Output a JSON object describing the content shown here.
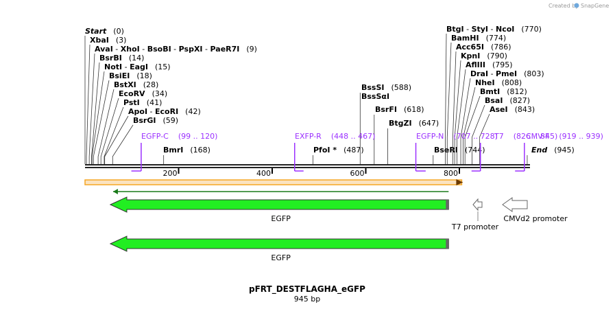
{
  "watermark": {
    "text": "Created by",
    "brand": "SnapGene"
  },
  "map": {
    "title": "pFRT_DESTFLAGHA_eGFP",
    "length_label": "945 bp",
    "total_bp": 945,
    "ticks": [
      {
        "bp": 200,
        "label": "200"
      },
      {
        "bp": 400,
        "label": "400"
      },
      {
        "bp": 600,
        "label": "600"
      },
      {
        "bp": 800,
        "label": "800"
      }
    ]
  },
  "left_sites": [
    {
      "bp": 0,
      "names": [
        "Start"
      ],
      "pos": "(0)",
      "italic": true
    },
    {
      "bp": 3,
      "names": [
        "XbaI"
      ],
      "pos": "(3)"
    },
    {
      "bp": 9,
      "names": [
        "AvaI",
        "XhoI",
        "BsoBI",
        "PspXI",
        "PaeR7I"
      ],
      "pos": "(9)"
    },
    {
      "bp": 14,
      "names": [
        "BsrBI"
      ],
      "pos": "(14)"
    },
    {
      "bp": 15,
      "names": [
        "NotI",
        "EagI"
      ],
      "pos": "(15)"
    },
    {
      "bp": 18,
      "names": [
        "BsiEI"
      ],
      "pos": "(18)"
    },
    {
      "bp": 28,
      "names": [
        "BstXI"
      ],
      "pos": "(28)"
    },
    {
      "bp": 34,
      "names": [
        "EcoRV"
      ],
      "pos": "(34)"
    },
    {
      "bp": 41,
      "names": [
        "PstI"
      ],
      "pos": "(41)"
    },
    {
      "bp": 42,
      "names": [
        "ApoI",
        "EcoRI"
      ],
      "pos": "(42)"
    },
    {
      "bp": 59,
      "names": [
        "BsrGI"
      ],
      "pos": "(59)"
    }
  ],
  "mid_sites": [
    {
      "bp": 168,
      "names": [
        "BmrI"
      ],
      "pos": "(168)"
    },
    {
      "bp": 487,
      "names": [
        "PfoI *"
      ],
      "pos": "(487)"
    },
    {
      "bp": 588,
      "names": [
        "BssSI"
      ],
      "pos": "(588)"
    },
    {
      "bp": 588,
      "names": [
        "BssSαI"
      ],
      "pos": ""
    },
    {
      "bp": 618,
      "names": [
        "BsrFI"
      ],
      "pos": "(618)"
    },
    {
      "bp": 647,
      "names": [
        "BtgZI"
      ],
      "pos": "(647)"
    },
    {
      "bp": 744,
      "names": [
        "BseRI"
      ],
      "pos": "(744)"
    },
    {
      "bp": 945,
      "names": [
        "End"
      ],
      "pos": "(945)",
      "italic": true
    }
  ],
  "right_sites": [
    {
      "bp": 770,
      "names": [
        "BtgI",
        "StyI",
        "NcoI"
      ],
      "pos": "(770)"
    },
    {
      "bp": 774,
      "names": [
        "BamHI"
      ],
      "pos": "(774)"
    },
    {
      "bp": 786,
      "names": [
        "Acc65I"
      ],
      "pos": "(786)"
    },
    {
      "bp": 790,
      "names": [
        "KpnI"
      ],
      "pos": "(790)"
    },
    {
      "bp": 795,
      "names": [
        "AflIII"
      ],
      "pos": "(795)"
    },
    {
      "bp": 803,
      "names": [
        "DraI",
        "PmeI"
      ],
      "pos": "(803)"
    },
    {
      "bp": 808,
      "names": [
        "NheI"
      ],
      "pos": "(808)"
    },
    {
      "bp": 812,
      "names": [
        "BmtI"
      ],
      "pos": "(812)"
    },
    {
      "bp": 827,
      "names": [
        "BsaI"
      ],
      "pos": "(827)"
    },
    {
      "bp": 843,
      "names": [
        "AseI"
      ],
      "pos": "(843)"
    }
  ],
  "primers": [
    {
      "name": "EGFP-C",
      "range": "(99 .. 120)",
      "start": 99,
      "end": 120
    },
    {
      "name": "EXFP-R",
      "range": "(448 .. 467)",
      "start": 448,
      "end": 467
    },
    {
      "name": "EGFP-N",
      "range": "(707 .. 728)",
      "start": 707,
      "end": 728
    },
    {
      "name": "T7",
      "range": "(826 .. 845)",
      "start": 826,
      "end": 845
    },
    {
      "name": "CMV-F",
      "range": "(919 .. 939)",
      "start": 919,
      "end": 939
    }
  ],
  "features": [
    {
      "name": "EGFP",
      "start": 60,
      "end": 777,
      "direction": "reverse",
      "color": "#22ee22",
      "row": 1
    },
    {
      "name": "EGFP",
      "start": 60,
      "end": 777,
      "direction": "reverse",
      "color": "#22ee22",
      "row": 2
    },
    {
      "name": "T7 promoter",
      "start": 826,
      "end": 845,
      "direction": "reverse",
      "color": "#ffffff",
      "row": 1
    },
    {
      "name": "CMVd2 promoter",
      "start": 885,
      "end": 945,
      "direction": "reverse",
      "color": "#ffffff",
      "row": 1
    }
  ],
  "orf": {
    "start": 0,
    "end": 805,
    "color": "#f5a623"
  },
  "colors": {
    "primer": "#9b30ff",
    "backbone": "#222222",
    "feature_outline": "#333333"
  }
}
